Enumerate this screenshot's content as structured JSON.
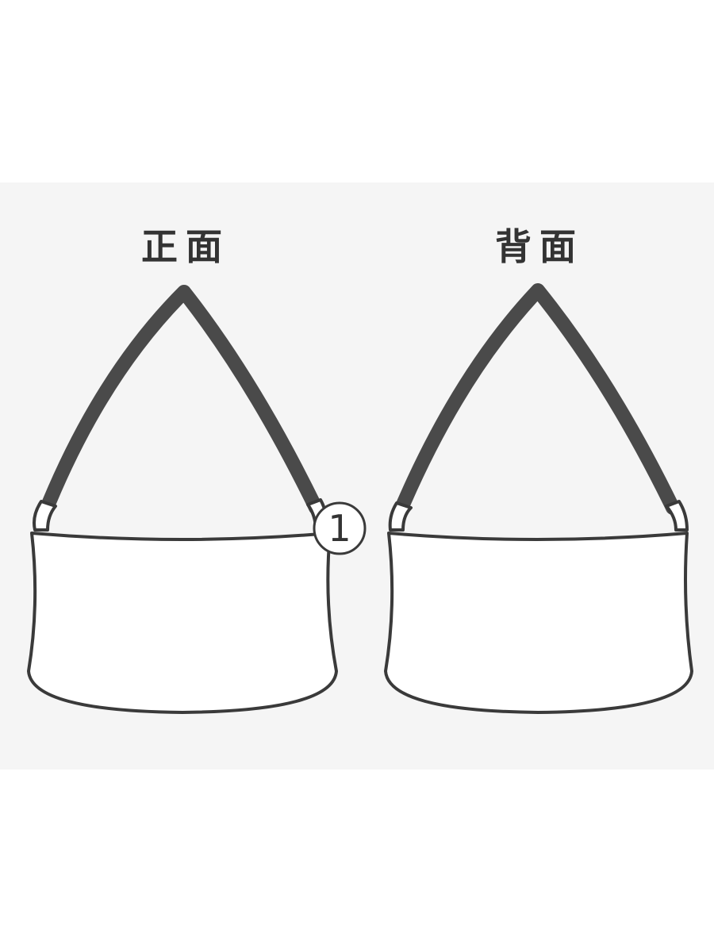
{
  "views": {
    "front": {
      "title": "正面",
      "callouts": [
        {
          "label": "1"
        }
      ]
    },
    "back": {
      "title": "背面"
    }
  },
  "colors": {
    "panel_background": "#f5f5f5",
    "page_background": "#ffffff",
    "strap": "#4a4a4a",
    "outline": "#3a3a3a",
    "bag_fill": "#ffffff",
    "title_text": "#333333"
  }
}
